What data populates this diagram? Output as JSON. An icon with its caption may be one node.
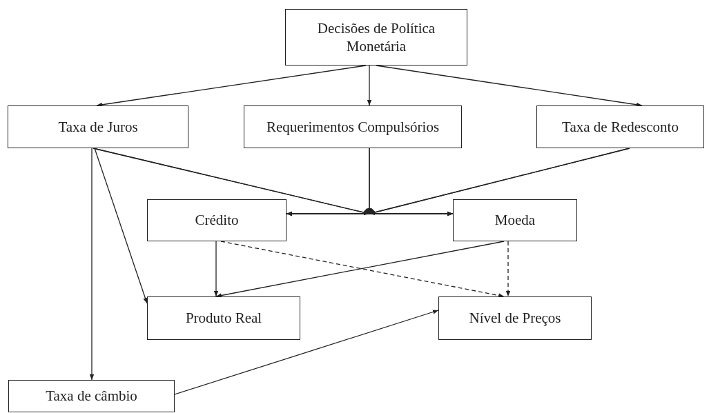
{
  "diagram": {
    "nodes": [
      {
        "text": [
          "Decisões de Política Monetária"
        ]
      },
      {
        "text": [
          "Taxa de Juros"
        ]
      },
      {
        "text": [
          "Requerimentos Compulsórios"
        ]
      },
      {
        "text": [
          "Taxa de Redesconto"
        ]
      },
      {
        "text": [
          "Crédito"
        ]
      },
      {
        "text": [
          "Moeda"
        ]
      },
      {
        "text": [
          "Produto Real"
        ]
      },
      {
        "text": [
          "Nível de Preços"
        ]
      },
      {
        "text": [
          "Taxa de câmbio"
        ]
      }
    ],
    "edges": [
      {
        "from": 0,
        "to": 1,
        "arrow": "to"
      },
      {
        "from": 0,
        "to": 2,
        "arrow": "to"
      },
      {
        "from": 0,
        "to": 3,
        "arrow": "to"
      },
      {
        "from": 1,
        "to": 4,
        "arrow": "to"
      },
      {
        "from": 1,
        "to": 5,
        "arrow": "to"
      },
      {
        "from": 2,
        "to": 4,
        "arrow": "to"
      },
      {
        "from": 2,
        "to": 5,
        "arrow": "to"
      },
      {
        "from": 3,
        "to": 4,
        "arrow": "to"
      },
      {
        "from": 3,
        "to": 5,
        "arrow": "to"
      },
      {
        "from": 1,
        "to": 8,
        "arrow": "to"
      },
      {
        "from": 1,
        "to": 6,
        "arrow": "to"
      },
      {
        "from": 4,
        "to": 6,
        "arrow": "to"
      },
      {
        "from": 5,
        "to": 6,
        "arrow": "to"
      },
      {
        "from": 4,
        "to": 7,
        "arrow": "to",
        "style": "dashed"
      },
      {
        "from": 5,
        "to": 7,
        "arrow": "to",
        "style": "dashed"
      },
      {
        "from": 8,
        "to": 7,
        "arrow": "to"
      }
    ]
  }
}
